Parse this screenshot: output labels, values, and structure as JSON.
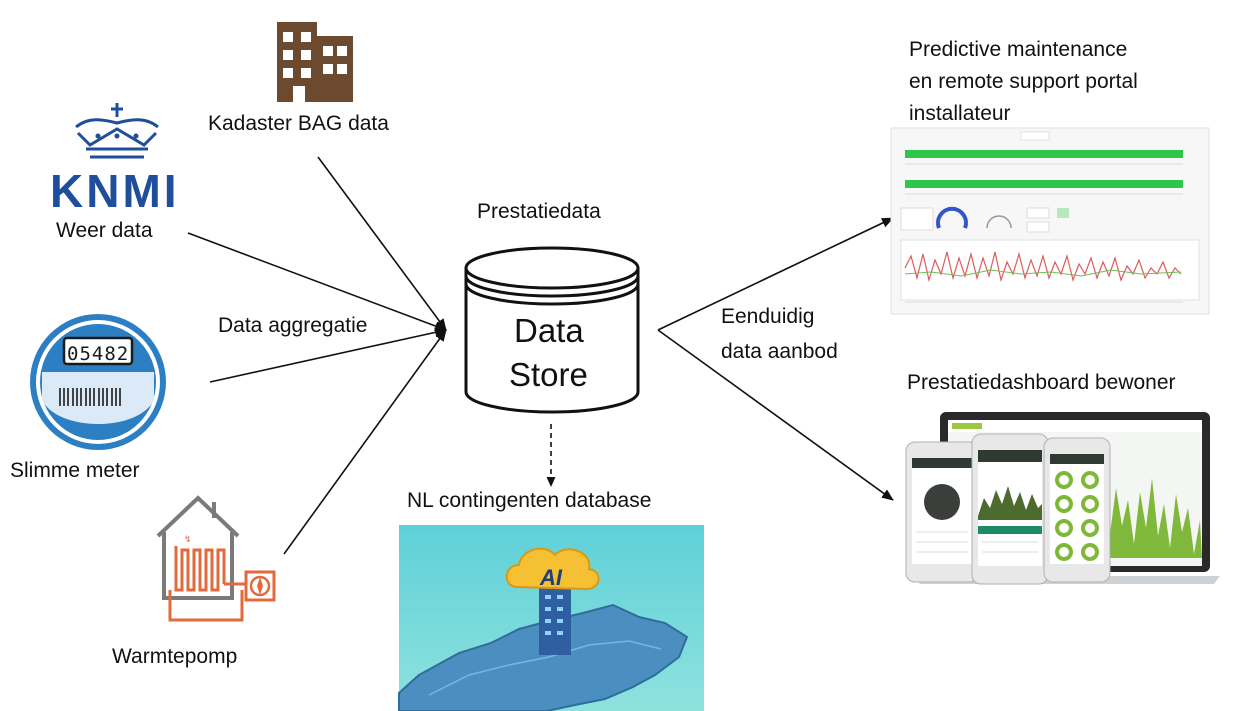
{
  "sources": {
    "knmi": {
      "logo_text": "KNMI",
      "label": "Weer data"
    },
    "kadaster": {
      "label": "Kadaster BAG data"
    },
    "slimme_meter": {
      "display": "05482",
      "label": "Slimme meter"
    },
    "warmtepomp": {
      "label": "Warmtepomp"
    }
  },
  "aggregation_label": "Data aggregatie",
  "datastore": {
    "title": "Prestatiedata",
    "line1": "Data",
    "line2": "Store"
  },
  "database": {
    "label": "NL contingenten database",
    "ai_text": "AI"
  },
  "output_label": {
    "line1": "Eenduidig",
    "line2": "data aanbod"
  },
  "portal": {
    "line1": "Predictive maintenance",
    "line2": "en remote support portal",
    "line3": "installateur"
  },
  "dashboard": {
    "label": "Prestatiedashboard bewoner"
  },
  "colors": {
    "knmi_blue": "#1f4e9c",
    "building_brown": "#6b4a2f",
    "meter_blue": "#2d7fc4",
    "heatpump_orange": "#e26a3c",
    "chart_green": "#2fc44a",
    "map_blue": "#4a8fc0"
  }
}
